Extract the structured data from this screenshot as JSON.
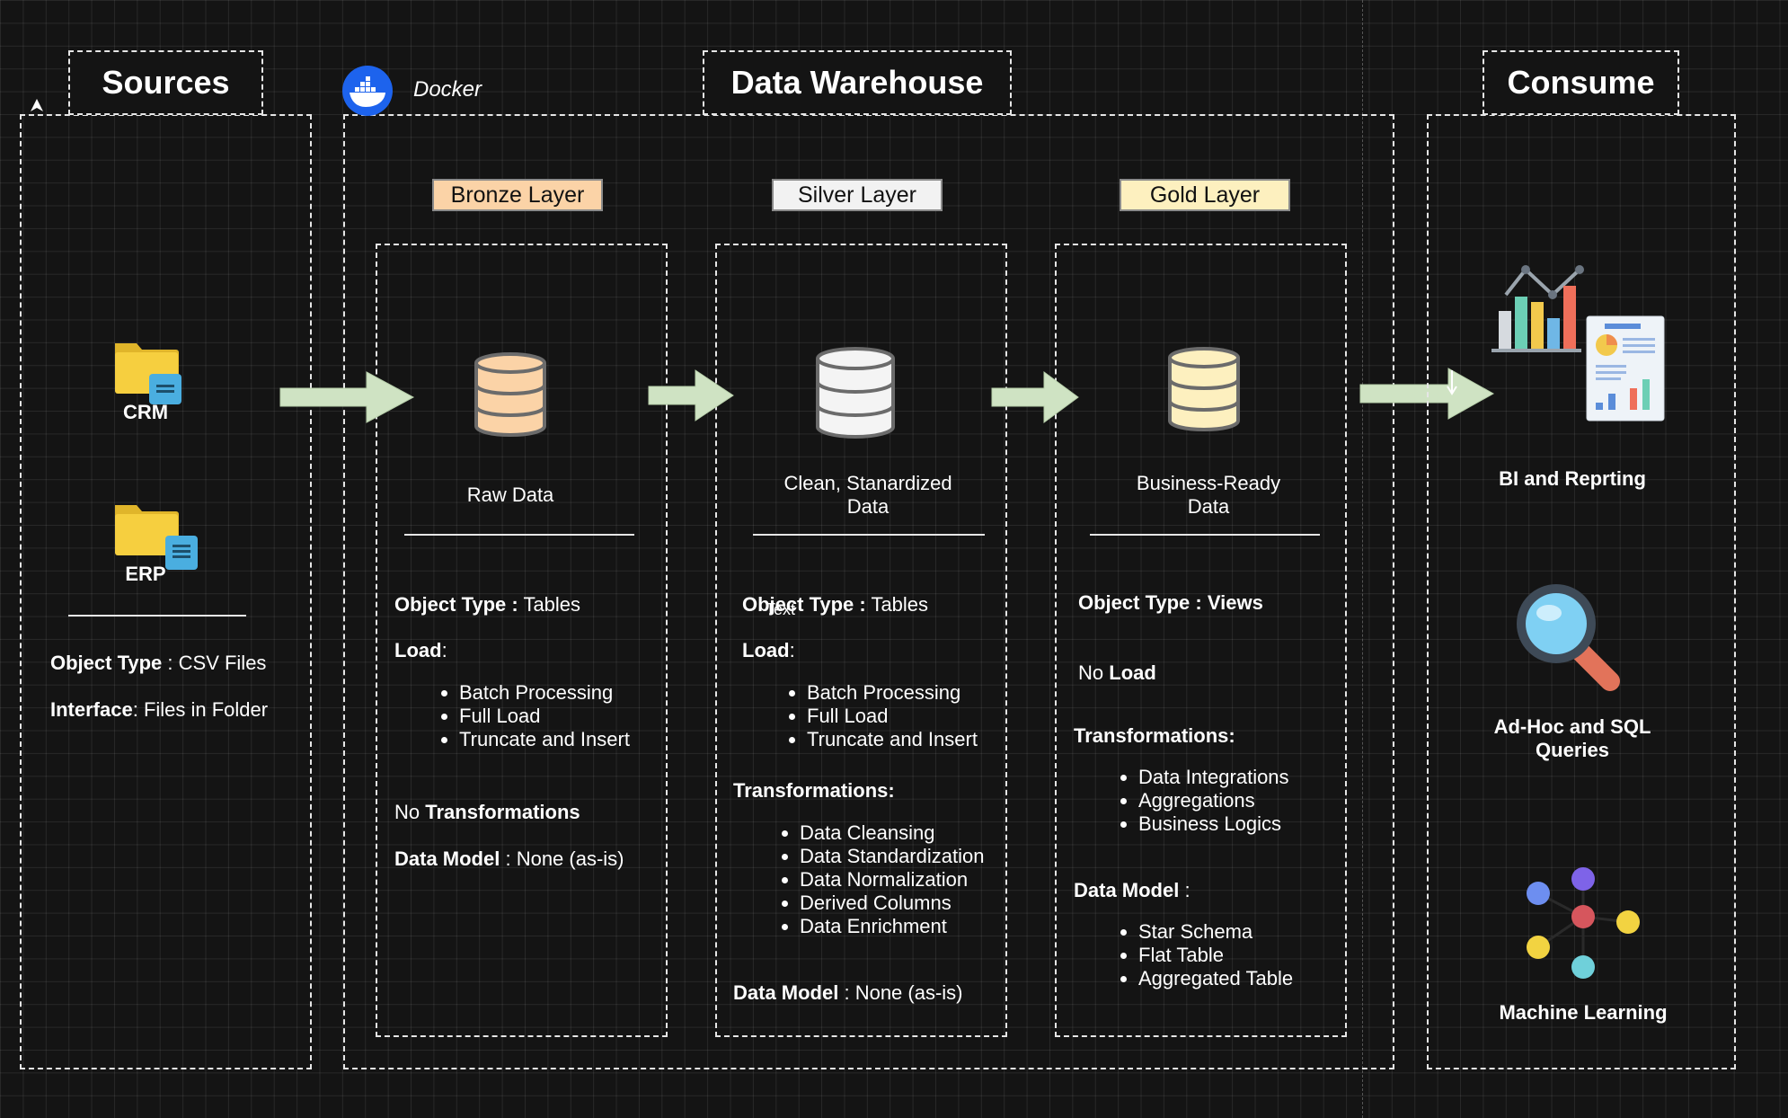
{
  "sources": {
    "title": "Sources",
    "crm_label": "CRM",
    "erp_label": "ERP",
    "object_type_key": "Object Type",
    "object_type_value": " : CSV Files",
    "interface_key": "Interface",
    "interface_value": ": Files in Folder"
  },
  "docker": {
    "label": "Docker"
  },
  "warehouse": {
    "title": "Data Warehouse"
  },
  "bronze": {
    "badge": "Bronze Layer",
    "caption": "Raw Data",
    "object_type_key": "Object Type :",
    "object_type_value": " Tables",
    "load_key": "Load",
    "load_suffix": ":",
    "load_items": [
      "Batch Processing",
      "Full Load",
      "Truncate and Insert"
    ],
    "transform_prefix": "No ",
    "transform_key": "Transformations",
    "model_key": "Data Model",
    "model_value": " : None (as-is)"
  },
  "silver": {
    "badge": "Silver Layer",
    "caption_line1": "Clean, Stanardized",
    "caption_line2": "Data",
    "object_type_key": "Object Type :",
    "object_type_value": " Tables",
    "overlay_text": "Text",
    "load_key": "Load",
    "load_suffix": ":",
    "load_items": [
      "Batch Processing",
      "Full Load",
      "Truncate and Insert"
    ],
    "transform_key": "Transformations:",
    "transform_items": [
      "Data Cleansing",
      "Data Standardization",
      "Data Normalization",
      "Derived Columns",
      "Data Enrichment"
    ],
    "model_key": "Data Model",
    "model_value": " : None (as-is)"
  },
  "gold": {
    "badge": "Gold Layer",
    "caption_line1": "Business-Ready",
    "caption_line2": "Data",
    "object_type_key": "Object Type : Views",
    "load_prefix": "No ",
    "load_key": "Load",
    "transform_key": "Transformations:",
    "transform_items": [
      "Data Integrations",
      "Aggregations",
      "Business Logics"
    ],
    "model_key": "Data Model",
    "model_suffix": " :",
    "model_items": [
      "Star Schema",
      "Flat Table",
      "Aggregated Table"
    ]
  },
  "consume": {
    "title": "Consume",
    "bi_label": "BI and Reprting",
    "adhoc_line1": "Ad-Hoc and SQL",
    "adhoc_line2": "Queries",
    "ml_label": "Machine Learning"
  },
  "colors": {
    "background": "#141414",
    "bronze_fill": "#fbd3a7",
    "silver_fill": "#f2f2f2",
    "gold_fill": "#fdf0bf",
    "arrow_fill": "#cfe3c3",
    "folder_yellow": "#f6cf3f",
    "doc_blue": "#4aaee0"
  }
}
